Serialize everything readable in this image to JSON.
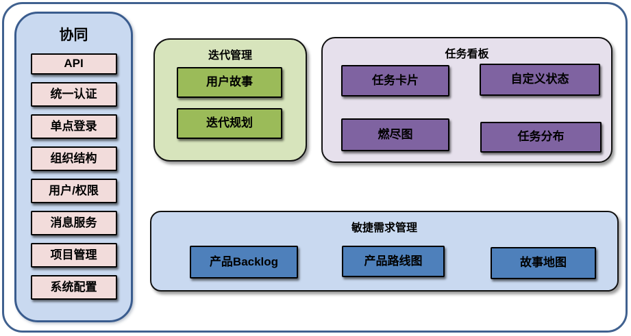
{
  "sidebar": {
    "title": "协同",
    "items": [
      "API",
      "统一认证",
      "单点登录",
      "组织结构",
      "用户/权限",
      "消息服务",
      "项目管理",
      "系统配置"
    ]
  },
  "groups": {
    "iteration": {
      "title": "迭代管理",
      "items": [
        "用户故事",
        "迭代规划"
      ]
    },
    "kanban": {
      "title": "任务看板",
      "items": [
        "任务卡片",
        "自定义状态",
        "燃尽图",
        "任务分布"
      ]
    },
    "agile": {
      "title": "敏捷需求管理",
      "items": [
        "产品Backlog",
        "产品路线图",
        "故事地图"
      ]
    }
  },
  "colors": {
    "frame_border": "#40618f",
    "sidebar_fill": "#c9d9f0",
    "sidebar_border": "#3a5c8e",
    "sidebar_item_fill": "#f2dcdb",
    "iteration_group_fill": "#d7e4bc",
    "iteration_item_fill": "#9bbb59",
    "kanban_group_fill": "#e6e0ec",
    "kanban_item_fill": "#7f63a1",
    "agile_group_fill": "#c9d9f0",
    "agile_item_fill": "#4e80bb",
    "node_border": "#000000"
  }
}
